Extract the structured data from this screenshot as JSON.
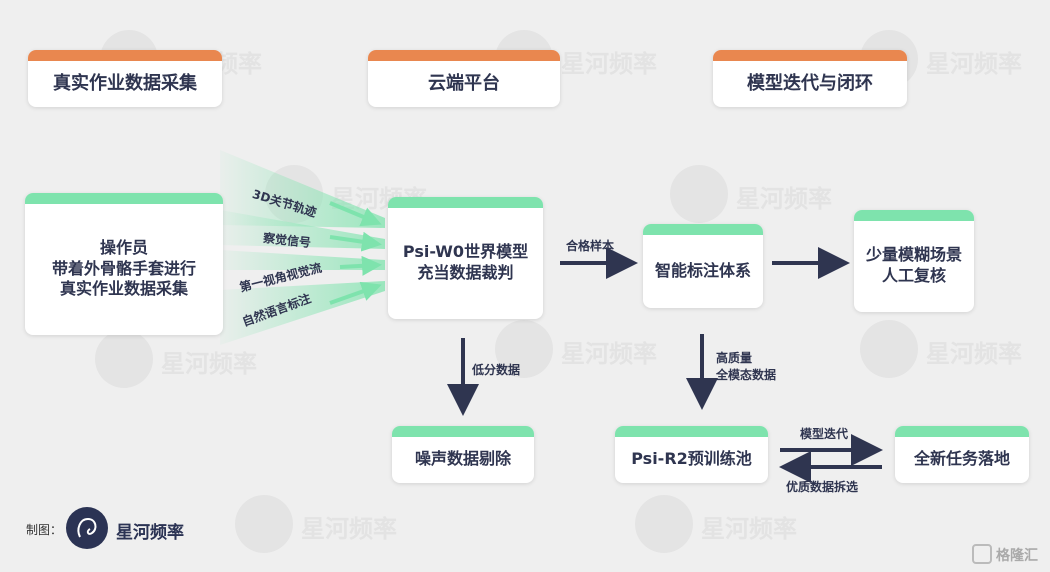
{
  "headers": {
    "collect": "真实作业数据采集",
    "cloud": "云端平台",
    "iterate": "模型迭代与闭环"
  },
  "nodes": {
    "operator": "操作员\n带着外骨骼手套进行\n真实作业数据采集",
    "psi_w0": "Psi-W0世界模型\n充当数据裁判",
    "smart_label": "智能标注体系",
    "manual_review": "少量模糊场景\n人工复核",
    "noise_remove": "噪声数据剔除",
    "psi_r2": "Psi-R2预训练池",
    "new_task": "全新任务落地"
  },
  "stream_labels": [
    "3D关节轨迹",
    "察觉信号",
    "第一视角视觉流",
    "自然语言标注"
  ],
  "edge_labels": {
    "qualified": "合格样本",
    "low_score": "低分数据",
    "high_quality": "高质量\n全模态数据",
    "model_iter": "模型迭代",
    "quality_pick": "优质数据拆选"
  },
  "footer": {
    "made_by": "制图：",
    "brand": "星河频率",
    "watermark_corner": "格隆汇"
  },
  "colors": {
    "header_bar": "#e9874f",
    "node_bar": "#7ee3ad",
    "arrow": "#2f3550",
    "stream": "#7ee3ad",
    "background": "#efefef"
  },
  "icons": [
    "brand-logo-icon",
    "gelonghui-logo-icon"
  ]
}
